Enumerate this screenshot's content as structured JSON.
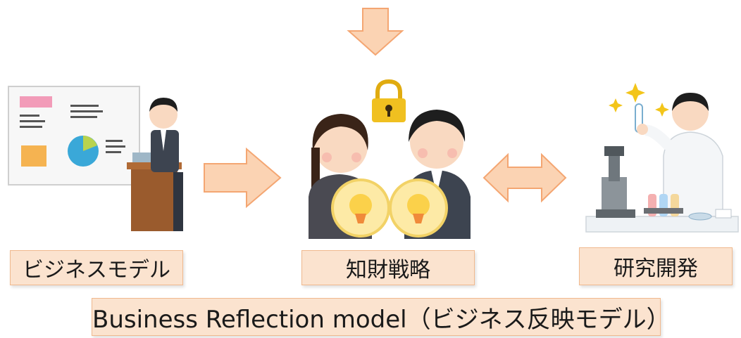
{
  "labels": {
    "business_model": "ビジネスモデル",
    "ip_strategy": "知財戦略",
    "rnd": "研究開発"
  },
  "banner": {
    "text": "Business Reflection model（ビジネス反映モデル）"
  },
  "colors": {
    "arrow_fill": "#fbd3b3",
    "arrow_stroke": "#f4a672",
    "label_fill": "#fbe3cf",
    "label_border": "#f0b98e",
    "lock": "#f0c020"
  },
  "icons": {
    "top_arrow": "down-arrow-icon",
    "left_arrow": "right-arrow-icon",
    "right_arrow": "double-arrow-icon",
    "lock": "padlock-icon"
  }
}
